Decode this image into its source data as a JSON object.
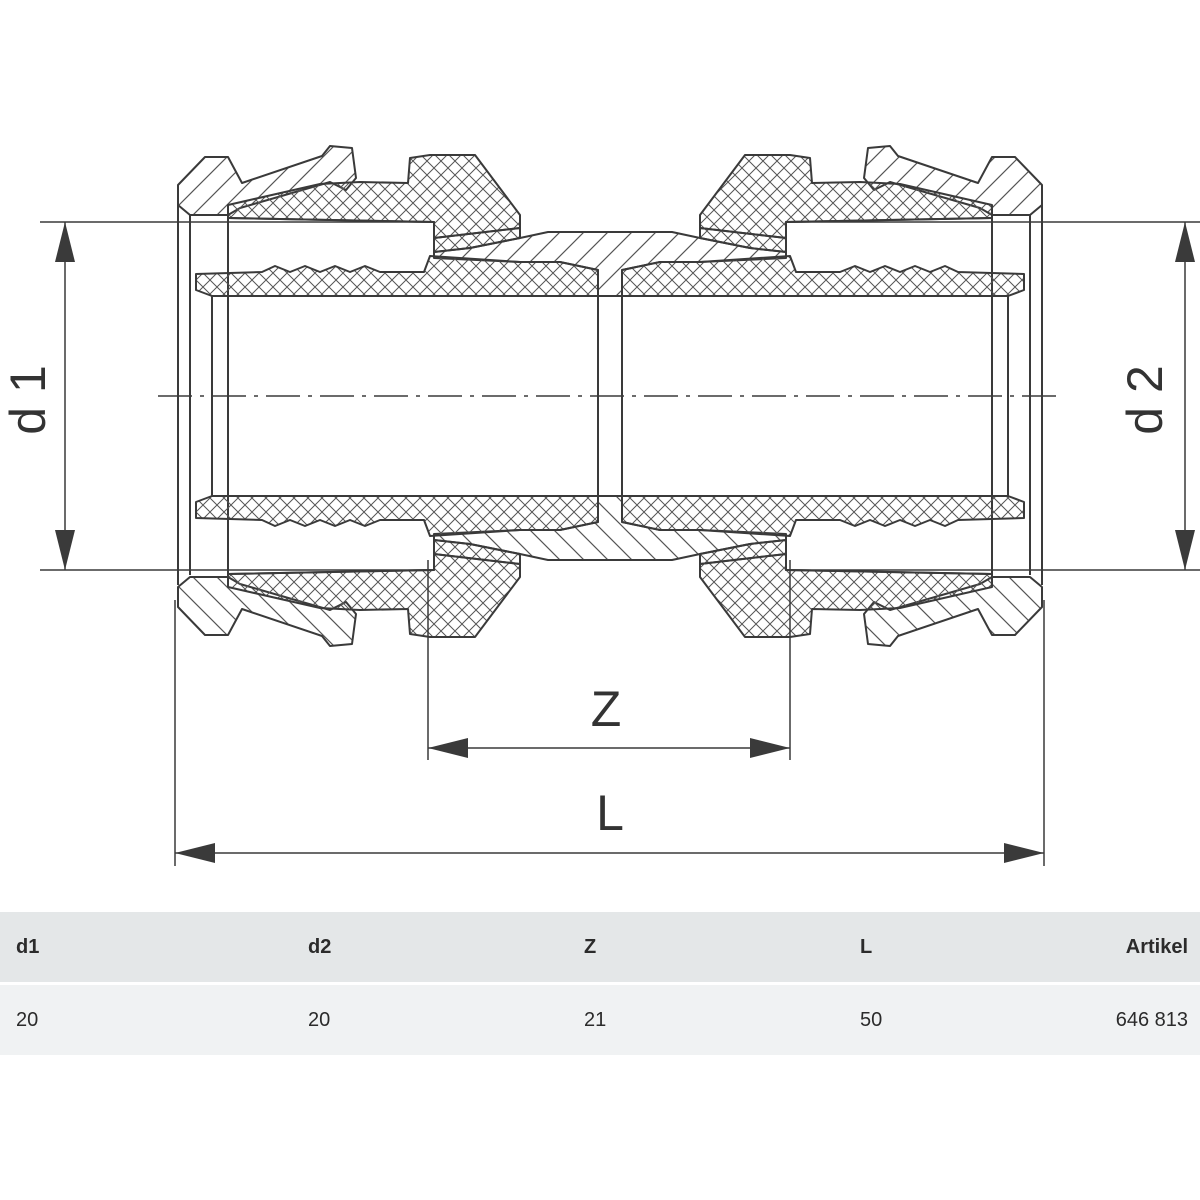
{
  "drawing": {
    "labels": {
      "d1": "d 1",
      "d2": "d 2",
      "z": "Z",
      "l": "L"
    },
    "colors": {
      "stroke": "#3a3a3a",
      "hatch": "#555555"
    }
  },
  "table": {
    "headers": [
      "d1",
      "d2",
      "Z",
      "L",
      "Artikel"
    ],
    "rows": [
      [
        "20",
        "20",
        "21",
        "50",
        "646 813"
      ]
    ]
  }
}
